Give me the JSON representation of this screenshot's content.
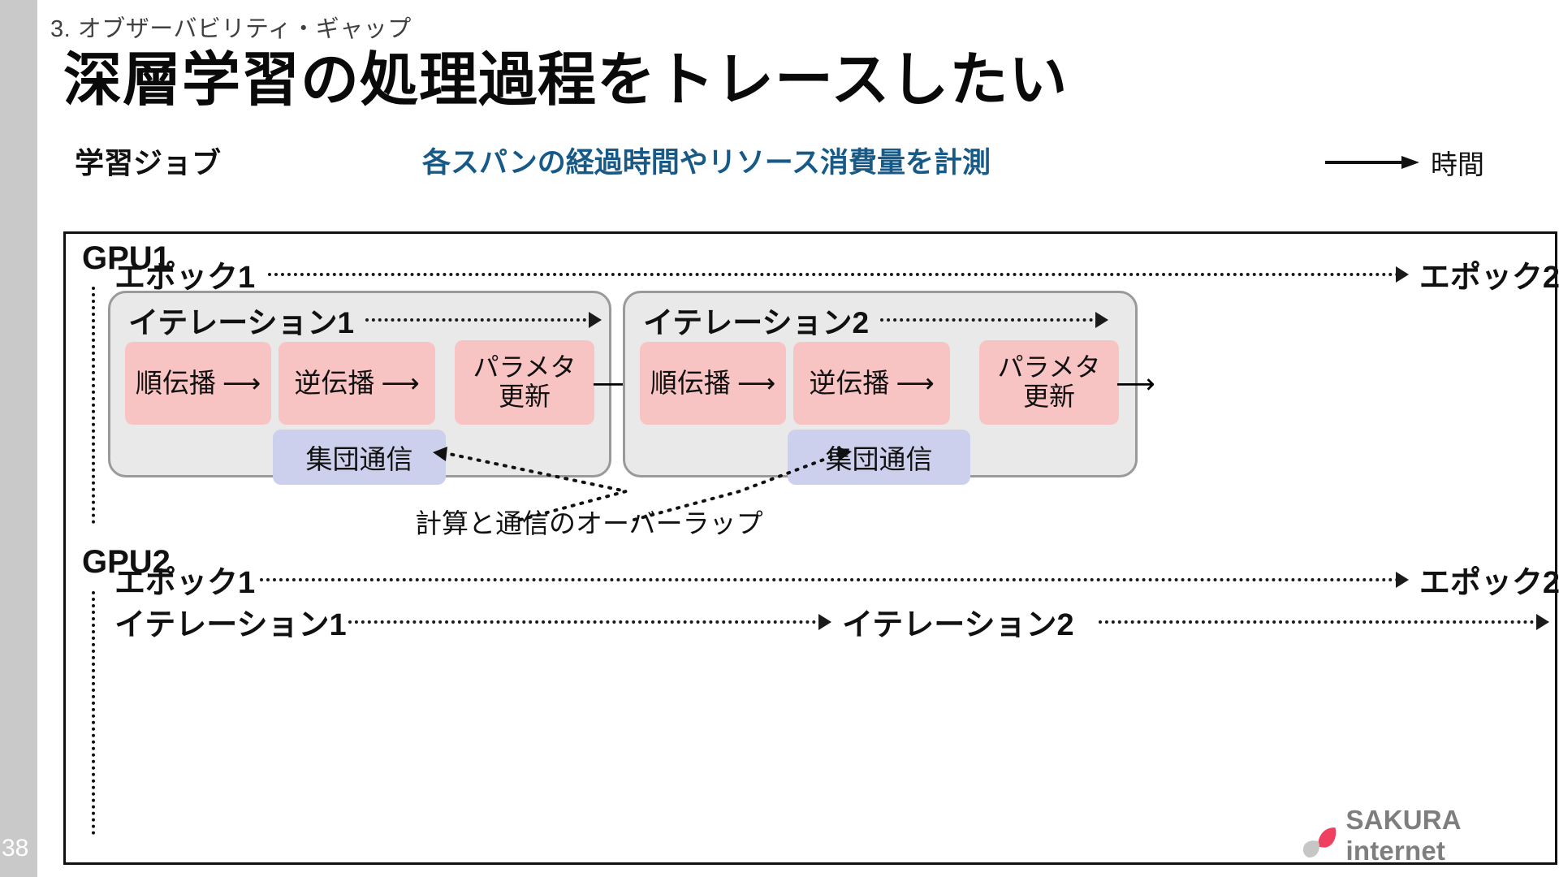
{
  "slide": {
    "page_number": "38",
    "kicker": "3. オブザーバビリティ・ギャップ",
    "title": "深層学習の処理過程をトレースしたい",
    "job_label": "学習ジョブ",
    "measure_label": "各スパンの経過時間やリソース消費量を計測",
    "time_axis_label": "時間",
    "accent_blue": "#185a87",
    "phase_fill": "#f7c3c3",
    "comm_fill": "#ccd0ec",
    "iteration_fill": "#e9e9e9"
  },
  "gpu1": {
    "title": "GPU1",
    "epoch": {
      "label": "エポック1",
      "next_label": "エポック2"
    },
    "iterations": [
      {
        "label": "イテレーション1",
        "phases": [
          {
            "text": "順伝播",
            "arrow": "⟶"
          },
          {
            "text": "逆伝播",
            "arrow": "⟶"
          },
          {
            "line1": "パラメタ",
            "line2": "更新",
            "arrow": "⟶"
          }
        ],
        "comm": "集団通信"
      },
      {
        "label": "イテレーション2",
        "phases": [
          {
            "text": "順伝播",
            "arrow": "⟶"
          },
          {
            "text": "逆伝播",
            "arrow": "⟶"
          },
          {
            "line1": "パラメタ",
            "line2": "更新",
            "arrow": "⟶"
          }
        ],
        "comm": "集団通信"
      }
    ]
  },
  "annotation": {
    "overlap_label": "計算と通信のオーバーラップ"
  },
  "gpu2": {
    "title": "GPU2",
    "epoch": {
      "label": "エポック1",
      "next_label": "エポック2"
    },
    "iteration": {
      "label": "イテレーション1",
      "next_label": "イテレーション2"
    }
  },
  "logo": {
    "text": "SAKURA internet",
    "petal_color": "#ef4060",
    "leaf_color": "#c6c6c6"
  }
}
